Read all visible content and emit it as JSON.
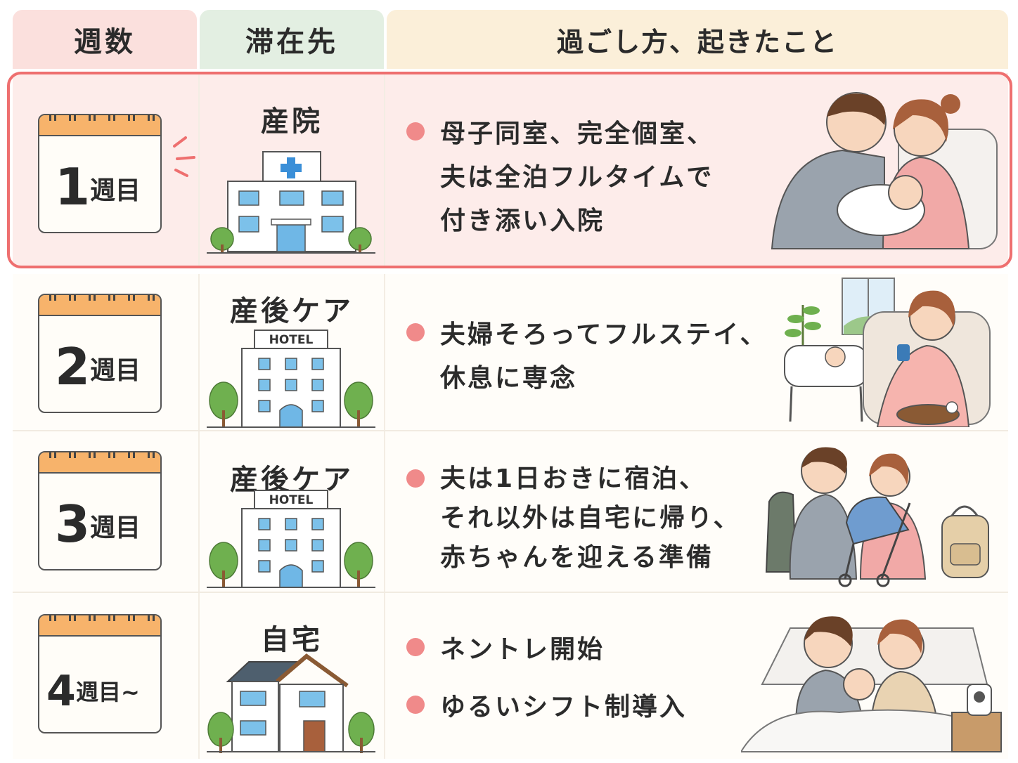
{
  "headers": {
    "week": "週数",
    "stay": "滞在先",
    "what": "過ごし方、起きたこと"
  },
  "rows": [
    {
      "week_num": "1",
      "week_unit": "週目",
      "stay": "産院",
      "bullets": [
        {
          "lines": [
            "母子同室、完全個室、",
            "夫は全泊フルタイムで",
            "付き添い入院"
          ]
        }
      ]
    },
    {
      "week_num": "2",
      "week_unit": "週目",
      "stay": "産後ケア",
      "hotel_sign": "HOTEL",
      "bullets": [
        {
          "lines": [
            "夫婦そろってフルステイ、",
            "休息に専念"
          ]
        }
      ]
    },
    {
      "week_num": "3",
      "week_unit": "週目",
      "stay": "産後ケア",
      "hotel_sign": "HOTEL",
      "bullets": [
        {
          "lines": [
            "夫は1日おきに宿泊、",
            "それ以外は自宅に帰り、",
            "赤ちゃんを迎える準備"
          ]
        }
      ]
    },
    {
      "week_num": "4",
      "week_unit": "週目~",
      "stay": "自宅",
      "bullets": [
        {
          "lines": [
            "ネントレ開始"
          ]
        },
        {
          "lines": [
            "ゆるいシフト制導入"
          ]
        }
      ]
    }
  ],
  "colors": {
    "highlight_border": "#ee6f6f",
    "highlight_bg": "#fdecea",
    "bullet": "#f08a8a",
    "calendar_top": "#f7b36b",
    "header_week": "#fbe0dd",
    "header_stay": "#e3efe2",
    "header_what": "#fbefd9"
  },
  "icons": [
    "calendar-icon",
    "hospital-icon",
    "hotel-icon",
    "house-icon",
    "tree-icon"
  ]
}
